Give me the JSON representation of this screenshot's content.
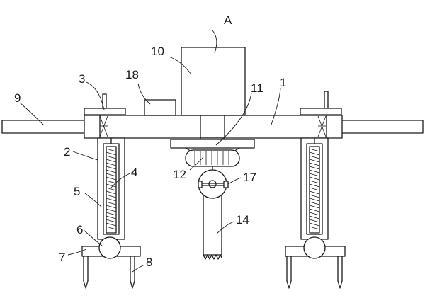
{
  "figure": {
    "labels": [
      {
        "id": "1",
        "text": "1"
      },
      {
        "id": "2",
        "text": "2"
      },
      {
        "id": "3",
        "text": "3"
      },
      {
        "id": "4",
        "text": "4"
      },
      {
        "id": "5",
        "text": "5"
      },
      {
        "id": "6",
        "text": "6"
      },
      {
        "id": "7",
        "text": "7"
      },
      {
        "id": "8",
        "text": "8"
      },
      {
        "id": "9",
        "text": "9"
      },
      {
        "id": "10",
        "text": "10"
      },
      {
        "id": "11",
        "text": "11"
      },
      {
        "id": "12",
        "text": "12"
      },
      {
        "id": "14",
        "text": "14"
      },
      {
        "id": "17",
        "text": "17"
      },
      {
        "id": "18",
        "text": "18"
      },
      {
        "id": "A",
        "text": "A"
      }
    ]
  }
}
